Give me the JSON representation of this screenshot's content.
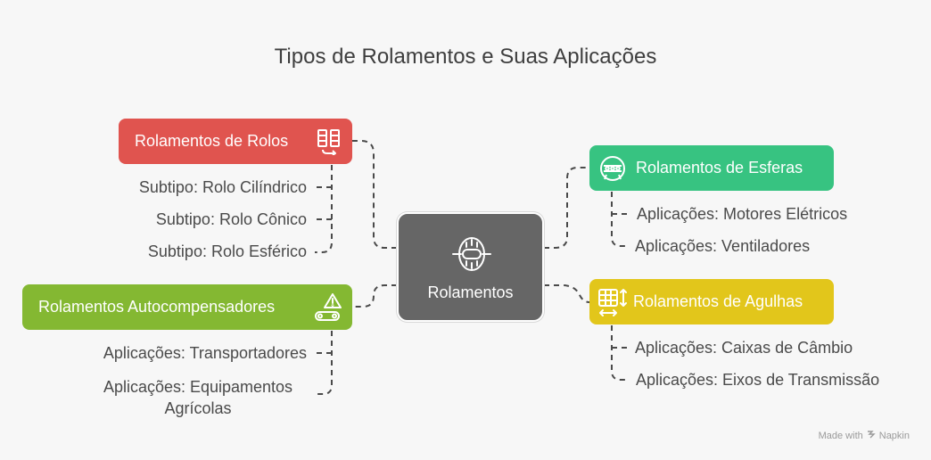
{
  "title": "Tipos de Rolamentos e Suas Aplicações",
  "center": {
    "label": "Rolamentos",
    "icon": "bearing-icon"
  },
  "branches": {
    "rolos": {
      "label": "Rolamentos de Rolos",
      "color": "#e0544f",
      "icon": "roller-bearing-icon",
      "items": [
        "Subtipo: Rolo Cilíndrico",
        "Subtipo: Rolo Cônico",
        "Subtipo: Rolo Esférico"
      ]
    },
    "autocompensadores": {
      "label": "Rolamentos Autocompensadores",
      "color": "#84b832",
      "icon": "warning-conveyor-icon",
      "items": [
        "Aplicações: Transportadores",
        "Aplicações: Equipamentos Agrícolas"
      ]
    },
    "esferas": {
      "label": "Rolamentos de Esferas",
      "color": "#37c381",
      "icon": "ball-bearing-icon",
      "items": [
        "Aplicações: Motores Elétricos",
        "Aplicações: Ventiladores"
      ]
    },
    "agulhas": {
      "label": "Rolamentos de Agulhas",
      "color": "#e2c61b",
      "icon": "needle-grid-icon",
      "items": [
        "Aplicações: Caixas de Câmbio",
        "Aplicações: Eixos de Transmissão"
      ]
    }
  },
  "watermark": {
    "text": "Made with",
    "brand": "Napkin",
    "icon": "napkin-logo-icon"
  }
}
